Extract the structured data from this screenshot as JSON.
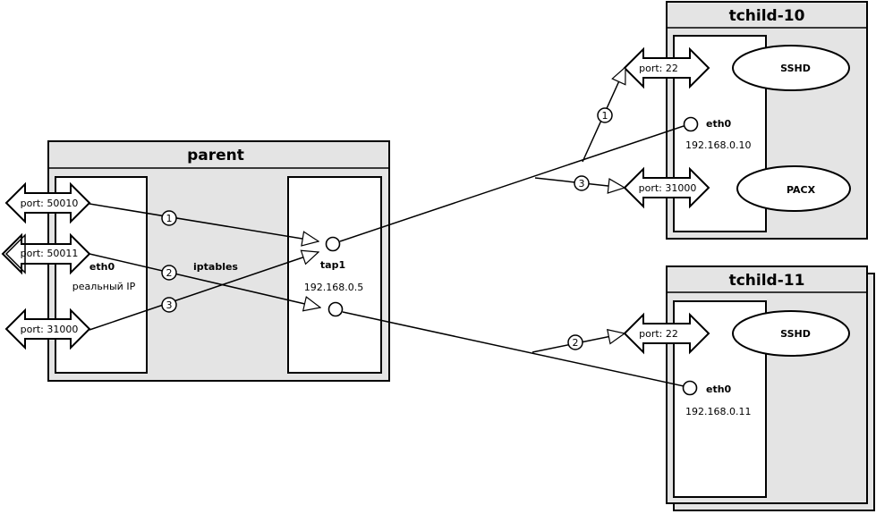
{
  "parent": {
    "title": "parent",
    "eth0_label": "eth0",
    "eth0_sub": "реальный IP",
    "iptables_label": "iptables",
    "tap1_label": "tap1",
    "tap1_ip": "192.168.0.5",
    "ports": [
      "port: 50010",
      "port: 50011",
      "port: 31000"
    ]
  },
  "tchild10": {
    "title": "tchild-10",
    "eth0_label": "eth0",
    "ip": "192.168.0.10",
    "ports": [
      "port: 22",
      "port: 31000"
    ],
    "services": [
      "SSHD",
      "PACX"
    ]
  },
  "tchild11": {
    "title": "tchild-11",
    "eth0_label": "eth0",
    "ip": "192.168.0.11",
    "ports": [
      "port: 22"
    ],
    "services": [
      "SSHD"
    ]
  },
  "markers": [
    "1",
    "2",
    "3",
    "1",
    "3",
    "2"
  ]
}
